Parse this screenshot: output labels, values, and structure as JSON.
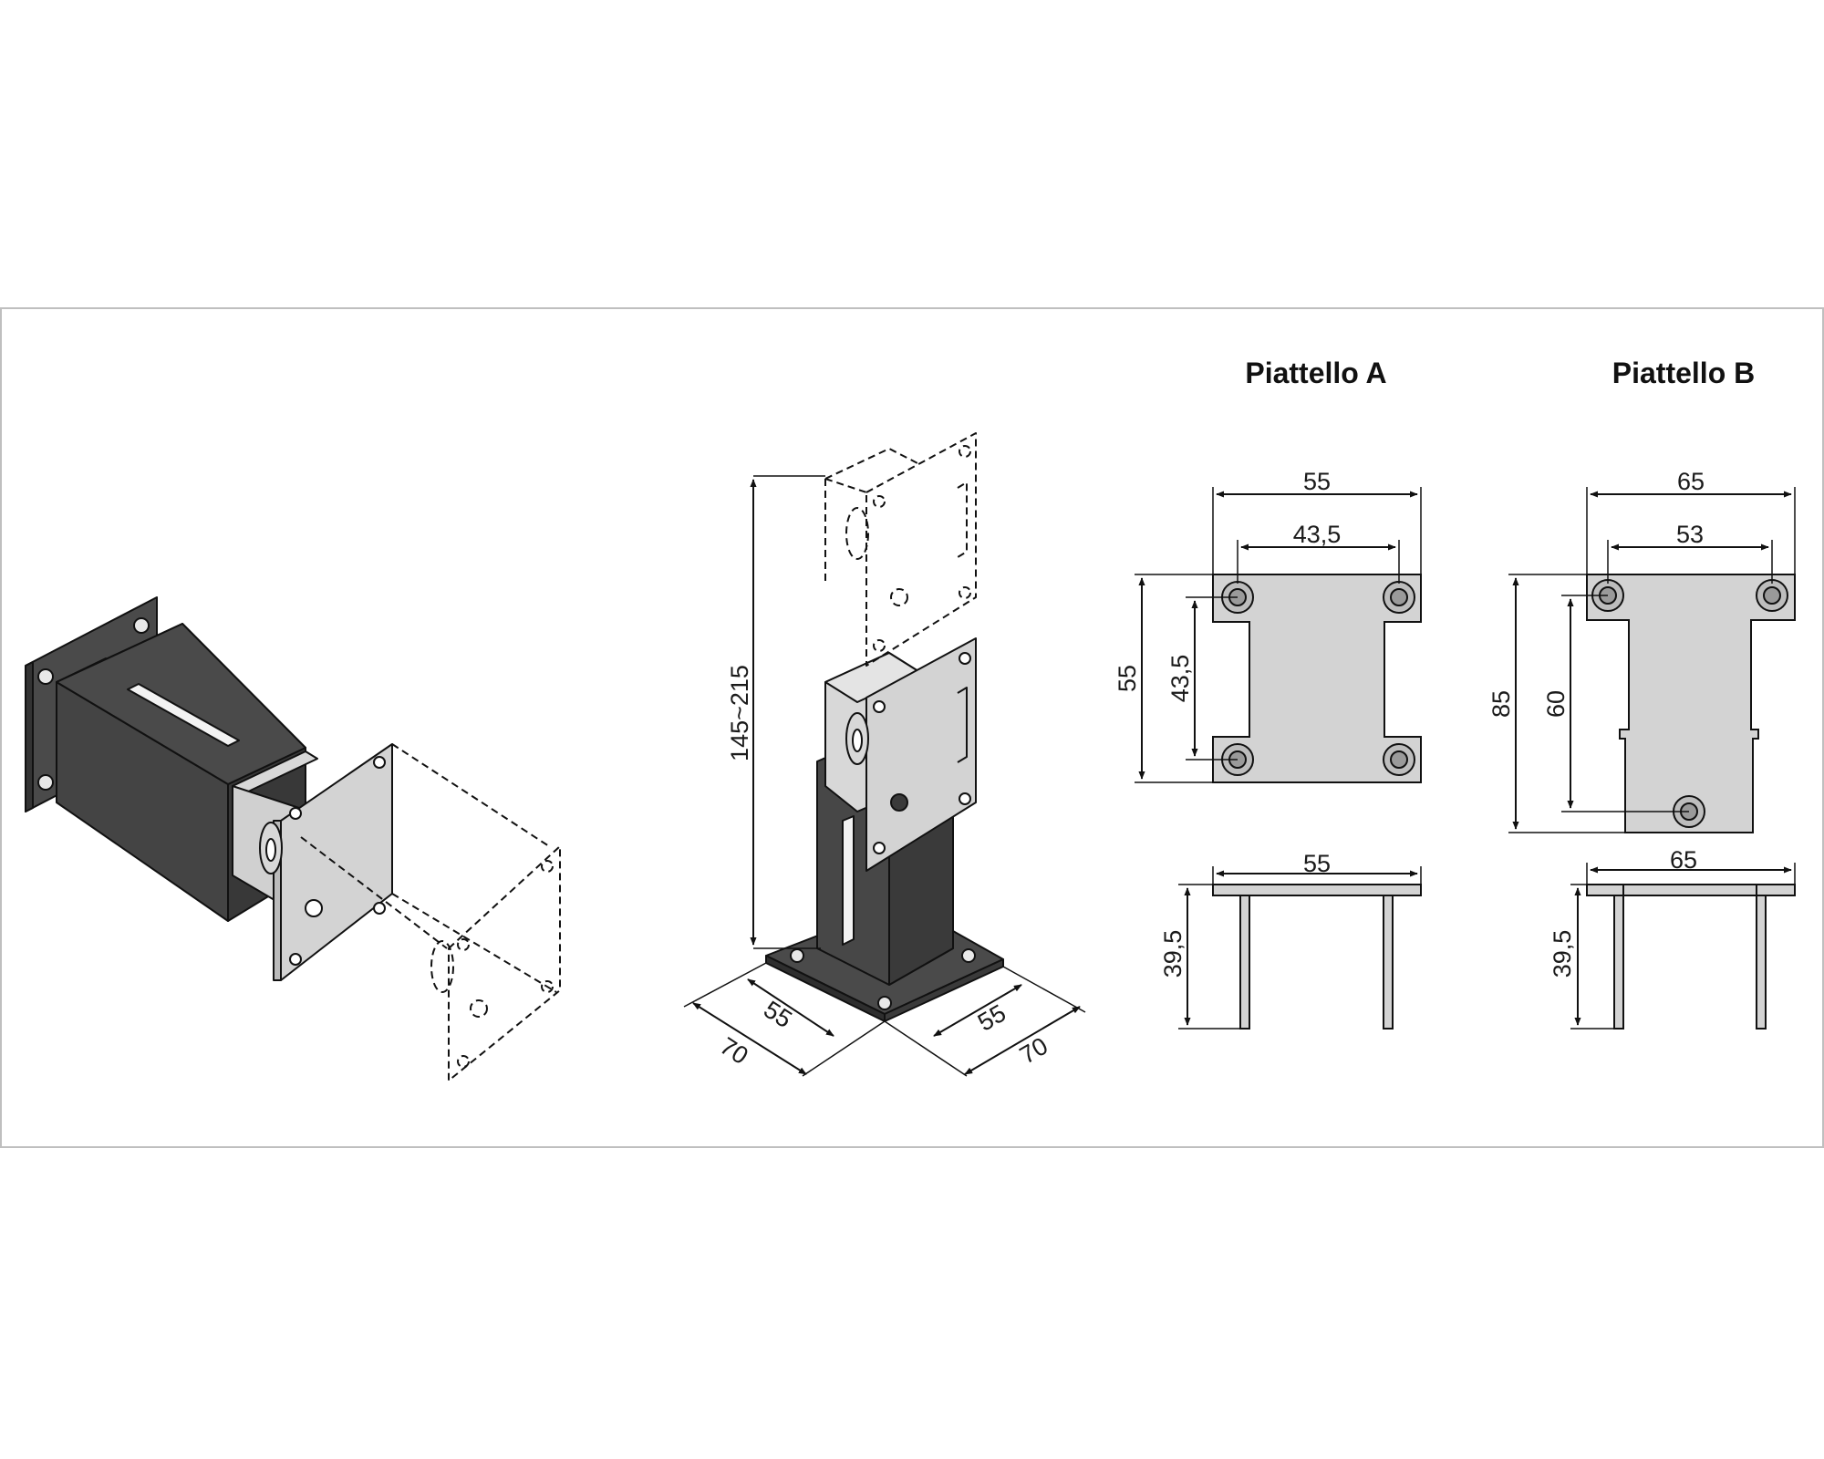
{
  "colors": {
    "frame": "#bfbfbf",
    "dark_metal": "#4a4a4a",
    "dark_metal_side": "#3a3a3a",
    "light_metal": "#d3d3d3",
    "line": "#111111"
  },
  "plates": {
    "a": {
      "title": "Piattello A",
      "top_width": "55",
      "hole_spacing": "43,5",
      "height": "55",
      "hole_vertical": "43,5",
      "side_width": "55",
      "side_height": "39,5"
    },
    "b": {
      "title": "Piattello B",
      "top_width": "65",
      "hole_spacing": "53",
      "height": "85",
      "hole_vertical": "60",
      "side_width": "65",
      "side_height": "39,5"
    }
  },
  "post": {
    "height_range": "145~215",
    "base_inner_left": "55",
    "base_outer_left": "70",
    "base_inner_right": "55",
    "base_outer_right": "70"
  }
}
